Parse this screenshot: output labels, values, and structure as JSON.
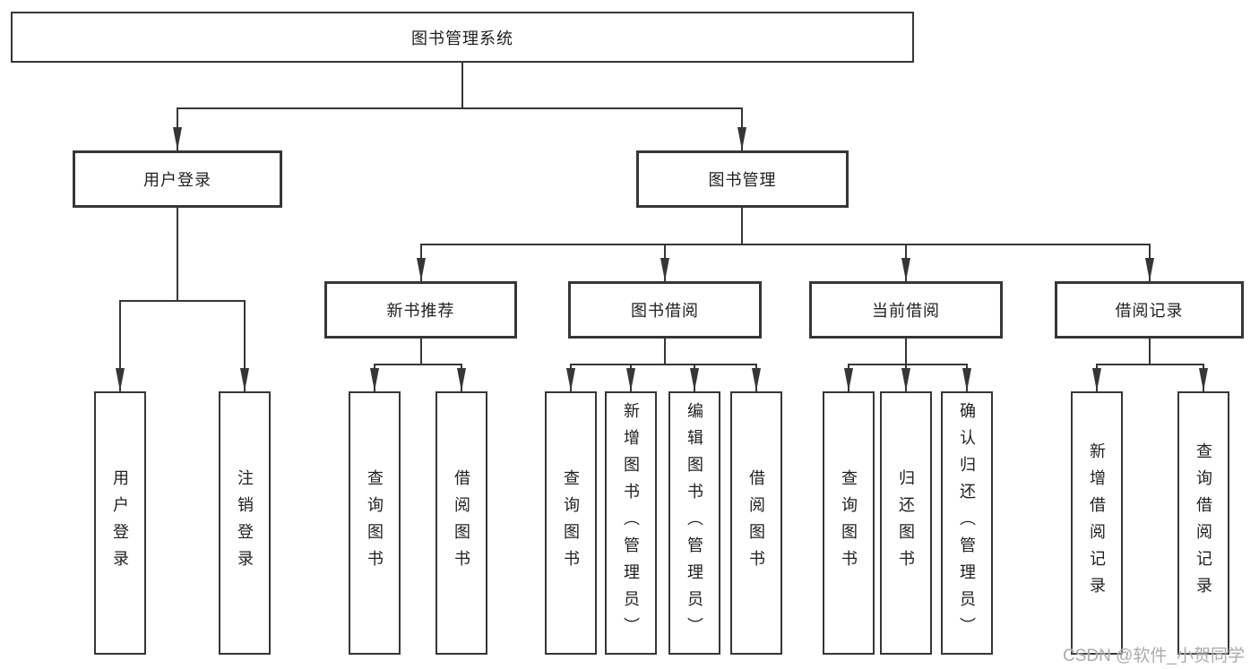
{
  "diagram": {
    "root": "图书管理系统",
    "level2": [
      "用户登录",
      "图书管理"
    ],
    "level3": [
      "新书推荐",
      "图书借阅",
      "当前借阅",
      "借阅记录"
    ],
    "leaves": {
      "user": [
        "用户登录",
        "注销登录"
      ],
      "newbook": [
        "查询图书",
        "借阅图书"
      ],
      "borrow": [
        "查询图书",
        "新增图书（管理员）",
        "编辑图书（管理员）",
        "借阅图书"
      ],
      "current": [
        "查询图书",
        "归还图书",
        "确认归还（管理员）"
      ],
      "records": [
        "新增借阅记录",
        "查询借阅记录"
      ]
    }
  },
  "watermark": "CSDN @软件_小贺同学",
  "colors": {
    "line": "#363636",
    "box_border": "#363636",
    "text": "#1f1f1f",
    "watermark": "#ababab",
    "background": "#ffffff"
  }
}
